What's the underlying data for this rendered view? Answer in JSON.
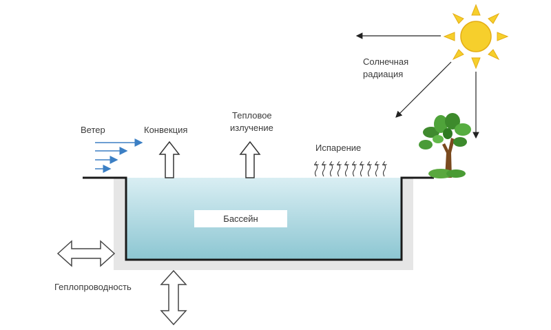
{
  "labels": {
    "wind": "Ветер",
    "convection": "Конвекция",
    "thermal_radiation_line1": "Тепловое",
    "thermal_radiation_line2": "излучение",
    "evaporation": "Испарение",
    "solar_radiation_line1": "Солнечная",
    "solar_radiation_line2": "радиация",
    "pool": "Бассейн",
    "conduction": "Геплопроводность"
  },
  "colors": {
    "water_top": "#dcefF3",
    "water_bottom": "#8fc7d3",
    "wind_arrows": "#3b7fc4",
    "sun": "#f5cc2a",
    "ground": "#e4e4e4",
    "outline": "#1a1a1a"
  },
  "icons": {
    "sun": "sun-icon",
    "tree": "tree-icon"
  }
}
